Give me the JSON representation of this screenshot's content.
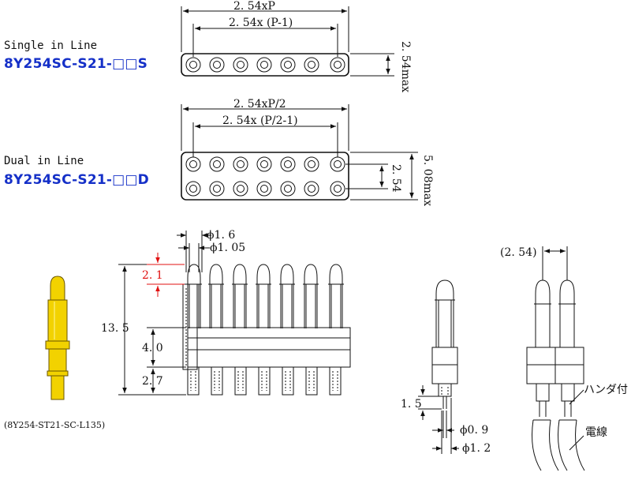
{
  "single": {
    "label": "Single in Line",
    "part": "8Y254SC-S21-□□S",
    "dim_total": "2. 54xP",
    "dim_inner": "2. 54x (P-1)",
    "dim_height": "2. 54max"
  },
  "dual": {
    "label": "Dual in Line",
    "part": "8Y254SC-S21-□□D",
    "dim_total": "2. 54xP/2",
    "dim_inner": "2. 54x (P/2-1)",
    "dim_pitch": "2. 54",
    "dim_height": "5. 08max"
  },
  "side": {
    "dia_outer": "ϕ1. 6",
    "dia_inner": "ϕ1. 05",
    "stroke": "2. 1",
    "total_height": "13. 5",
    "body_height": "4. 0",
    "tail_height": "2. 7"
  },
  "pin_caption": "(8Y254-ST21-SC-L135)",
  "detail": {
    "tail_len": "1. 5",
    "dia_tail": "ϕ0. 9",
    "dia_tail2": "ϕ1. 2"
  },
  "wire": {
    "pitch": "(2. 54)",
    "solder": "ハンダ付",
    "wire_label": "電線"
  },
  "colors": {
    "part_number": "#1530c8",
    "stroke_dim": "#e01010",
    "pin_gold": "#f2d200"
  }
}
